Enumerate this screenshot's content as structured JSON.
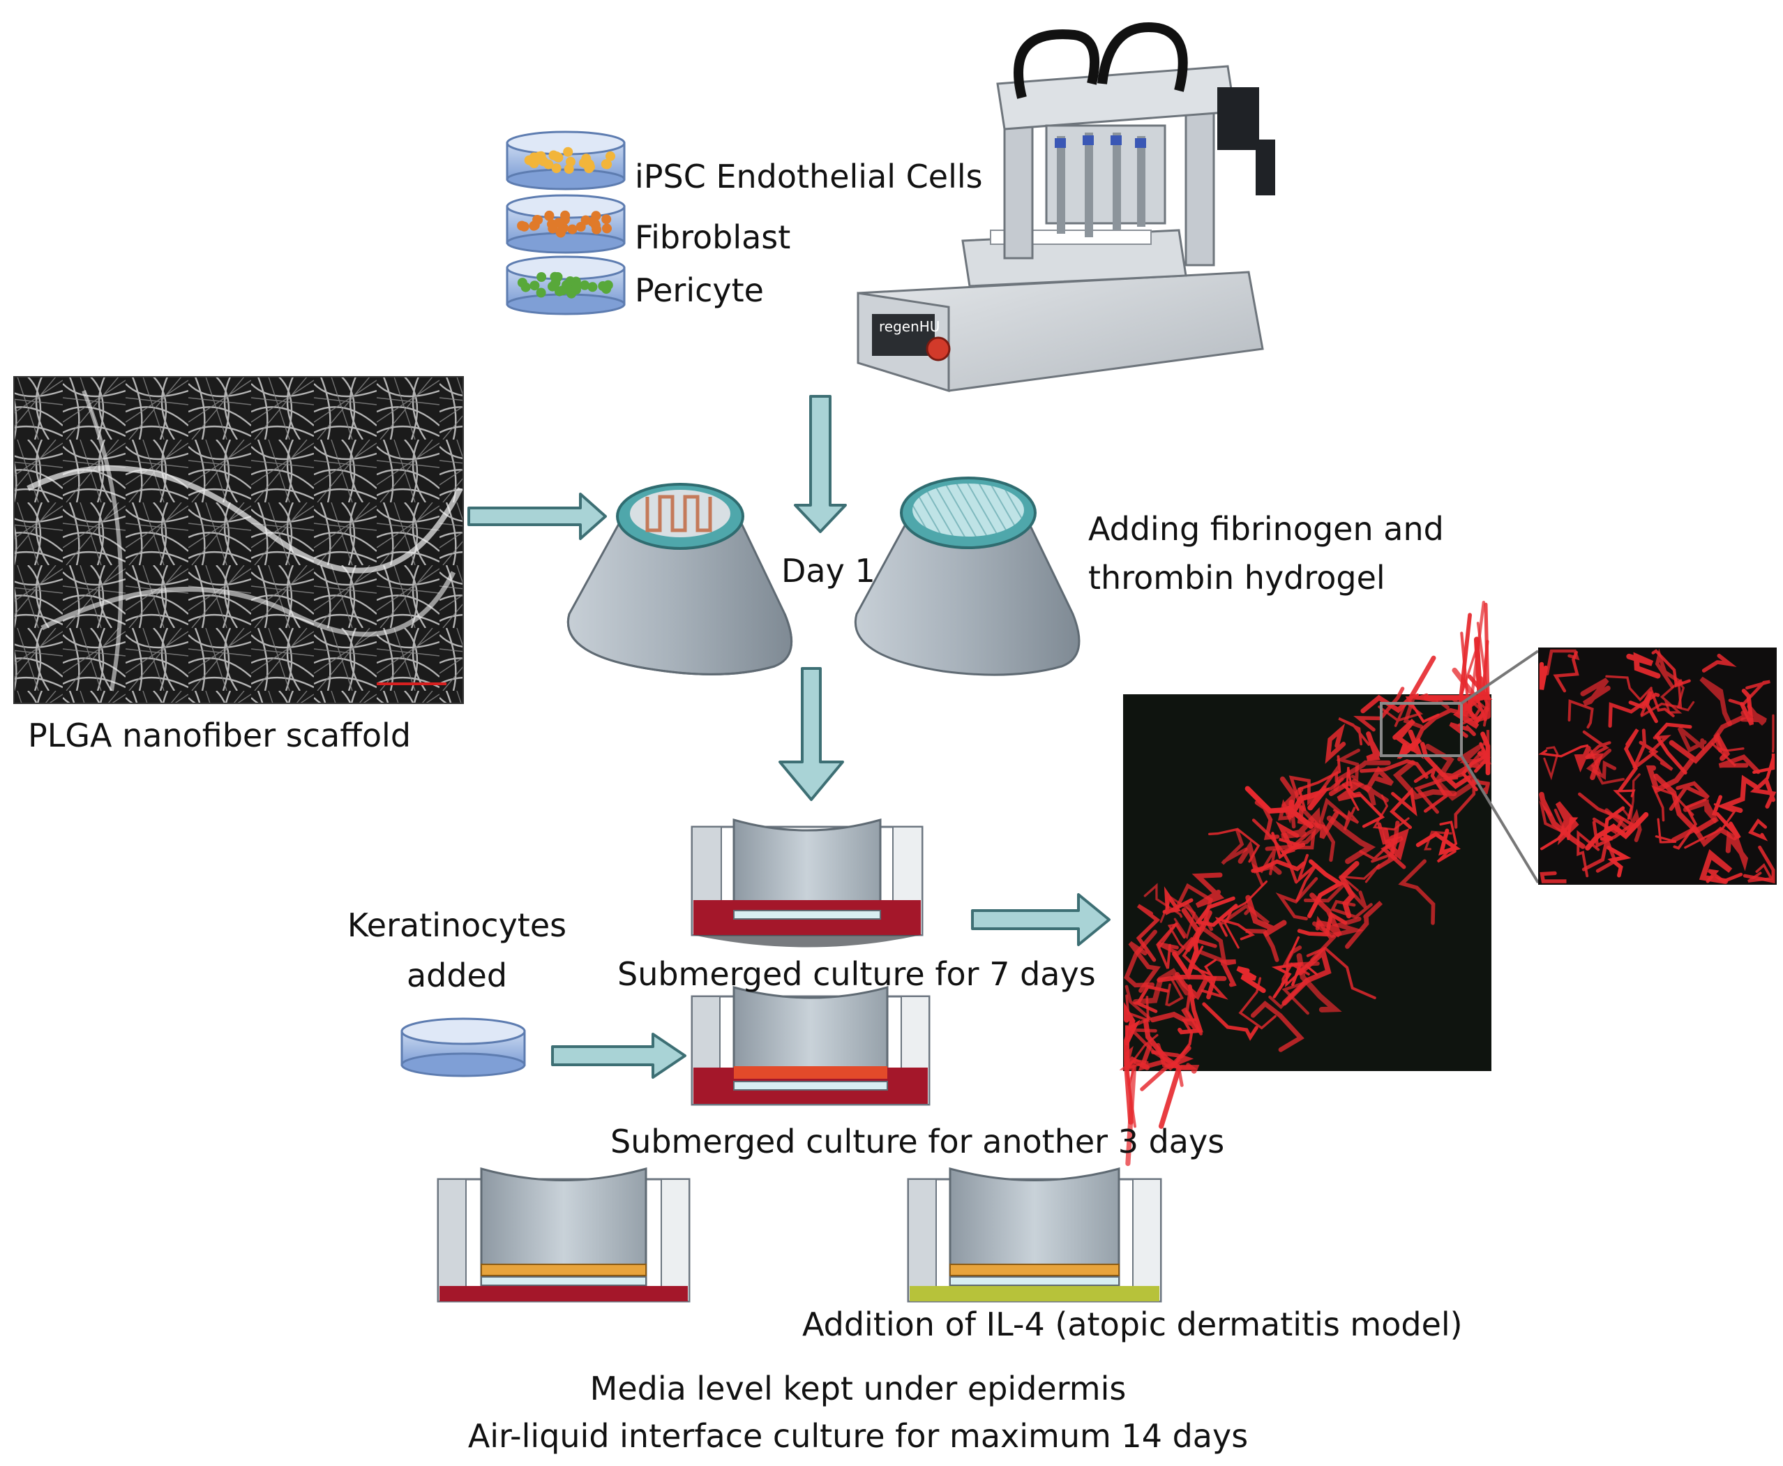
{
  "cell_sources": [
    {
      "label": "iPSC Endothelial Cells",
      "cell_color": "#f2b53a"
    },
    {
      "label": "Fibroblast",
      "cell_color": "#e07a2a"
    },
    {
      "label": "Pericyte",
      "cell_color": "#58a83a"
    }
  ],
  "printer": {
    "brand_text": "regenHU"
  },
  "scaffold": {
    "label": "PLGA nanofiber scaffold"
  },
  "step_day1": {
    "label": "Day 1"
  },
  "hydrogel": {
    "line1": "Adding fibrinogen and",
    "line2": "thrombin hydrogel"
  },
  "submerged_7": {
    "label": "Submerged culture for 7 days"
  },
  "keratinocytes": {
    "line1": "Keratinocytes",
    "line2": "added",
    "cell_color": "#c0304a"
  },
  "submerged_3": {
    "label": "Submerged culture for another 3 days"
  },
  "il4": {
    "label": "Addition of IL-4 (atopic dermatitis model)"
  },
  "ali": {
    "line1": "Media level kept under epidermis",
    "line2": "Air-liquid interface culture for maximum 14 days"
  },
  "colors": {
    "arrow_fill": "#a9d3d6",
    "arrow_stroke": "#3d6f74",
    "insert_gray": "#b9c2c9",
    "media_red": "#a4172a",
    "epidermis_orange": "#e8a43c",
    "il4_media": "#b7c23a",
    "vessel_red": "#e6292e"
  }
}
